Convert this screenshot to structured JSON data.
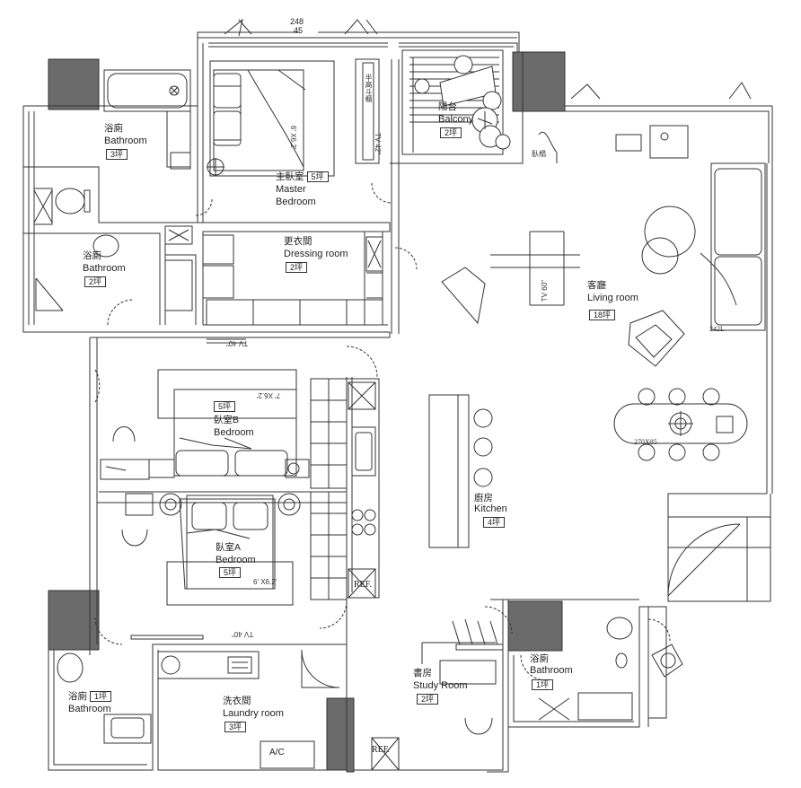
{
  "dimension": {
    "total": "248",
    "sub": "45"
  },
  "rooms": {
    "bath_top_left": {
      "zh": "浴廁",
      "en": "Bathroom",
      "area": "3坪"
    },
    "master": {
      "zh": "主臥室",
      "area": "5坪",
      "en1": "Master",
      "en2": "Bedroom"
    },
    "balcony": {
      "zh": "陽台",
      "en": "Balcony",
      "area": "2坪"
    },
    "dressing": {
      "zh": "更衣間",
      "en": "Dressing room",
      "area": "2坪"
    },
    "bath_mid_left": {
      "zh": "浴廁",
      "en": "Bathroom",
      "area": "2坪"
    },
    "living": {
      "zh": "客廳",
      "en": "Living room",
      "area": "18坪"
    },
    "bedroom_b": {
      "area": "5坪",
      "zh": "臥室B",
      "en": "Bedroom"
    },
    "bedroom_a": {
      "zh": "臥室A",
      "en": "Bedroom",
      "area": "5坪"
    },
    "kitchen": {
      "zh": "廚房",
      "en": "Kitchen",
      "area": "4坪"
    },
    "study": {
      "zh": "書房",
      "en": "Study Room",
      "area": "2坪"
    },
    "bath_right": {
      "zh": "浴廁",
      "en": "Bathroom",
      "area": "1坪"
    },
    "bath_bottom_left": {
      "zh": "浴廁",
      "en": "Bathroom",
      "area": "1坪"
    },
    "laundry": {
      "zh": "洗衣間",
      "en": "Laundry room",
      "area": "3坪"
    }
  },
  "annotations": {
    "master_bed_size": "6' X6.2'",
    "tv_master": "TV 42\"",
    "tv_living": "TV 60\"",
    "tv_b": "TV 40\"",
    "tv_a": "TV 40\"",
    "bed_b_size": "7' X6.2'",
    "bed_a_size": "6' X6.2'",
    "half_wall": "半高斗櫃",
    "bar_label": "臥榻",
    "sofa_size": "342L",
    "table_size": "270X85",
    "ref_kitchen": "REF.",
    "ref_study": "REF.",
    "ac": "A/C"
  }
}
